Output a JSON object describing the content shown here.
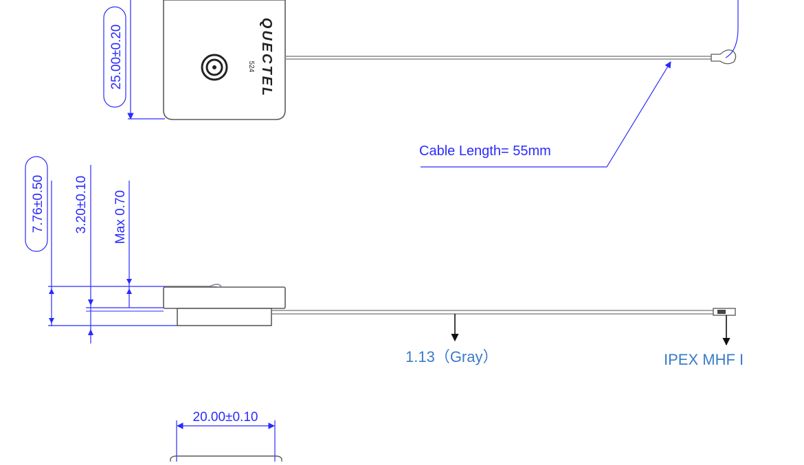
{
  "dimensions": {
    "length_top": "25.00±0.20",
    "height_total": "7.76±0.50",
    "height_body": "3.20±0.10",
    "height_max": "Max 0.70",
    "width_bottom": "20.00±0.10"
  },
  "logo": {
    "brand": "QUECTEL",
    "code": "524"
  },
  "callouts": {
    "cable_length": "Cable Length= 55mm",
    "cable_type": "1.13（Gray）",
    "connector": "IPEX MHF I"
  },
  "colors": {
    "dimension": "#2a2aff",
    "label_blue": "#3a7bc8",
    "outline": "#5a5a5a",
    "cable": "#8a8a8a"
  }
}
